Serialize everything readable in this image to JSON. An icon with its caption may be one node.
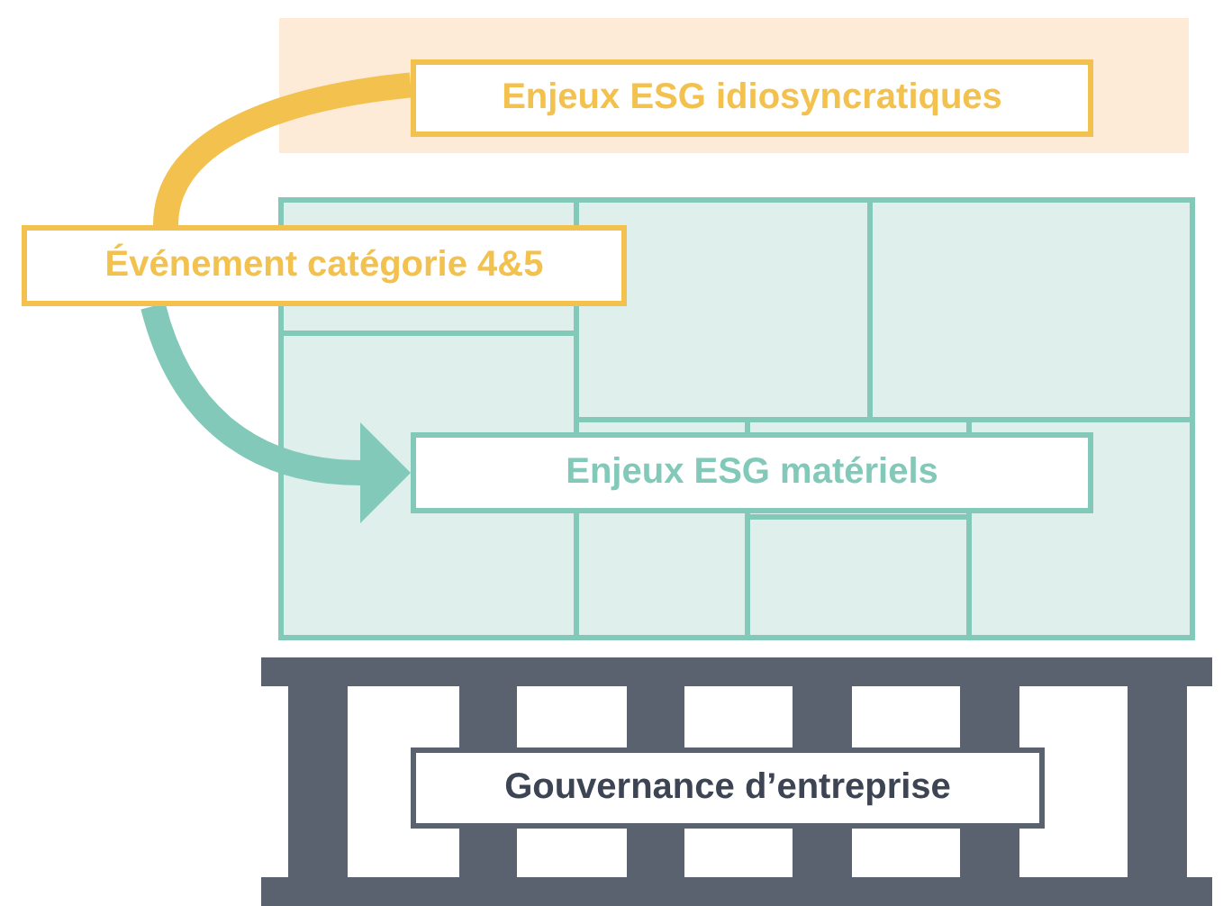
{
  "diagram": {
    "nodes": [
      {
        "text": [
          "Enjeux ESG idiosyncratiques"
        ]
      },
      {
        "text": [
          "Événement catégorie 4&5"
        ]
      },
      {
        "text": [
          "Enjeux ESG matériels"
        ]
      },
      {
        "text": [
          "Gouvernance d’entreprise"
        ]
      }
    ],
    "edges": [
      {
        "from": 0,
        "to": 1,
        "arrow": "none",
        "color": "#f2c14e"
      },
      {
        "from": 1,
        "to": 2,
        "arrow": "to",
        "color": "#82c9b9"
      }
    ]
  }
}
